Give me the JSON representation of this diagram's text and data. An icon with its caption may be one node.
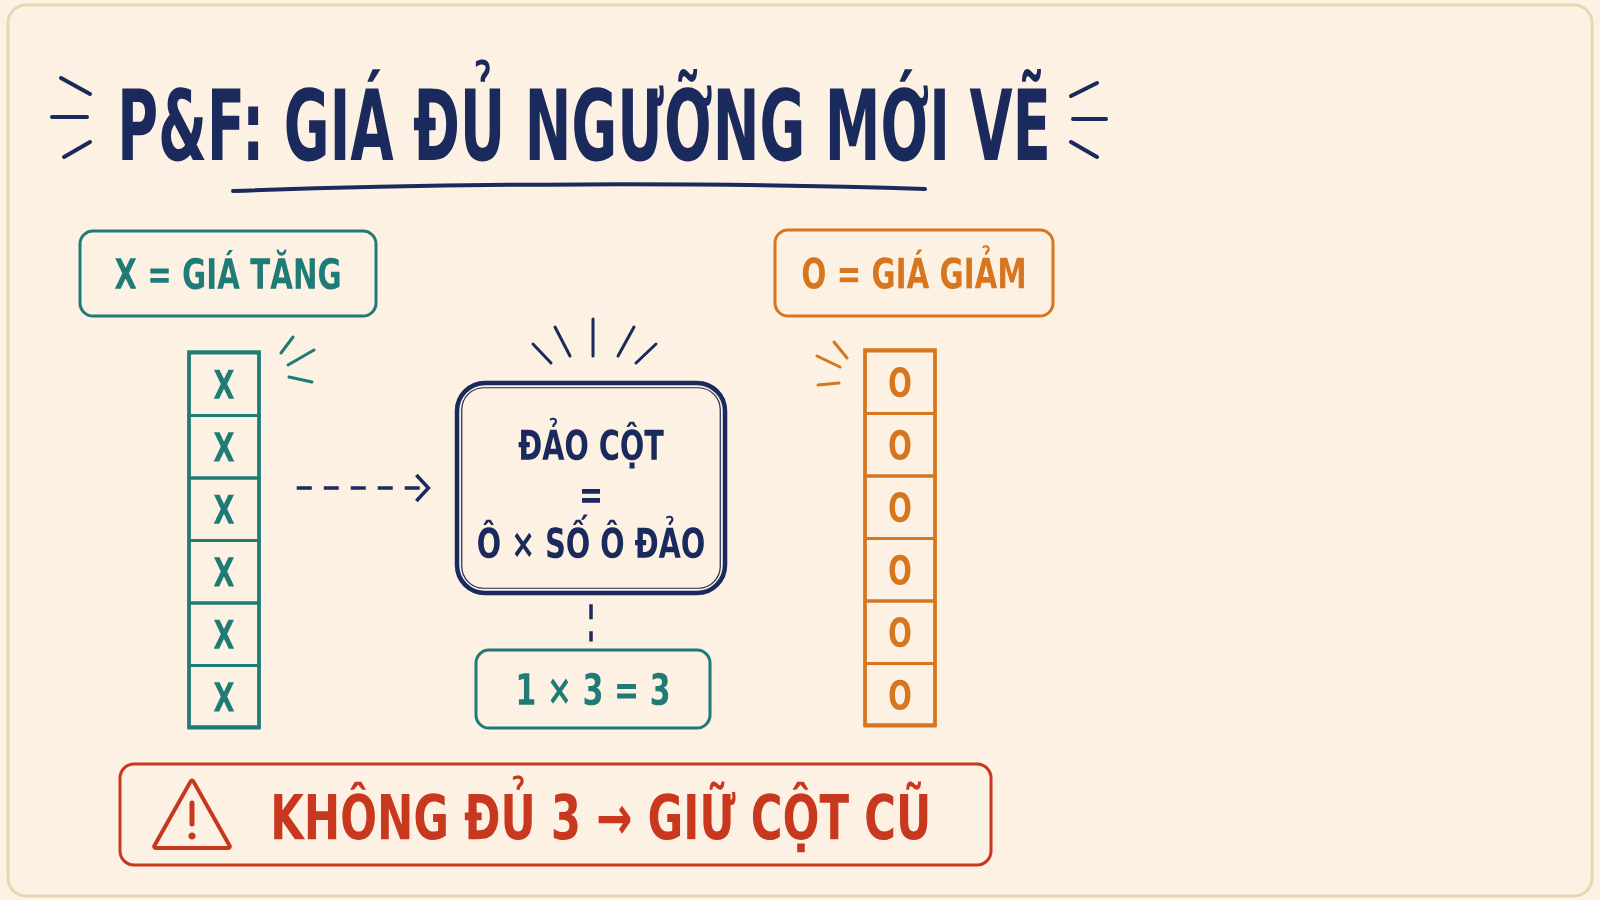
{
  "diagram": {
    "title": "P&F: GIÁ ĐỦ NGƯỠNG MỚI VẼ",
    "nodes": [
      {
        "text": [
          "X = GIÁ TĂNG"
        ]
      },
      {
        "text": [
          "O = GIÁ GIẢM"
        ]
      },
      {
        "text": [],
        "shape": "box"
      },
      {
        "text": [
          "X"
        ],
        "in": 2
      },
      {
        "text": [
          "X"
        ],
        "in": 2
      },
      {
        "text": [
          "X"
        ],
        "in": 2
      },
      {
        "text": [
          "X"
        ],
        "in": 2
      },
      {
        "text": [
          "X"
        ],
        "in": 2
      },
      {
        "text": [
          "X"
        ],
        "in": 2
      },
      {
        "text": [
          "ĐẢO CỘT",
          "=",
          "Ô × SỐ Ô ĐẢO"
        ]
      },
      {
        "text": [
          "1 × 3 = 3"
        ]
      },
      {
        "text": [],
        "shape": "box"
      },
      {
        "text": [
          "O"
        ],
        "in": 11
      },
      {
        "text": [
          "O"
        ],
        "in": 11
      },
      {
        "text": [
          "O"
        ],
        "in": 11
      },
      {
        "text": [
          "O"
        ],
        "in": 11
      },
      {
        "text": [
          "O"
        ],
        "in": 11
      },
      {
        "text": [
          "O"
        ],
        "in": 11
      },
      {
        "text": [
          "KHÔNG ĐỦ 3 → GIỮ CỘT CŨ"
        ]
      }
    ],
    "edges": [
      {
        "from": 2,
        "to": 9,
        "arrow": "to",
        "style": "dashed"
      },
      {
        "from": 9,
        "to": 10,
        "arrow": "none",
        "style": "dashed"
      }
    ]
  }
}
